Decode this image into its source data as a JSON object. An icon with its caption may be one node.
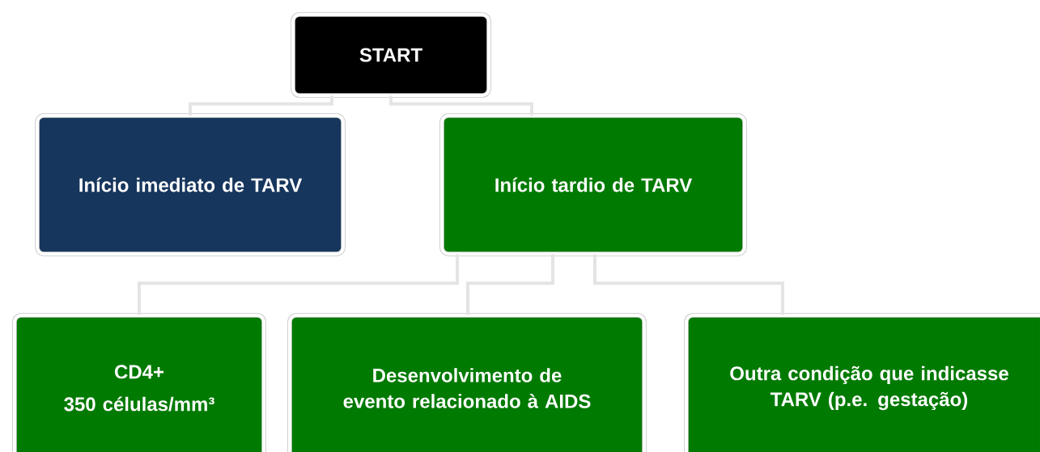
{
  "diagram": {
    "nodes": [
      {
        "text": [
          "START"
        ]
      },
      {
        "text": [
          "Início imediato de TARV"
        ]
      },
      {
        "text": [
          "Início tardio de TARV"
        ]
      },
      {
        "text": [
          "CD4+",
          "350 células/mm³"
        ]
      },
      {
        "text": [
          "Desenvolvimento de evento relacionado à AIDS"
        ]
      },
      {
        "text": [
          "Outra condição que indicasse TARV (p.e. gestação)"
        ]
      }
    ],
    "edges": [
      {
        "from": 0,
        "to": 1,
        "arrow": "none"
      },
      {
        "from": 0,
        "to": 2,
        "arrow": "none"
      },
      {
        "from": 2,
        "to": 3,
        "arrow": "none"
      },
      {
        "from": 2,
        "to": 4,
        "arrow": "none"
      },
      {
        "from": 2,
        "to": 5,
        "arrow": "none"
      }
    ]
  }
}
